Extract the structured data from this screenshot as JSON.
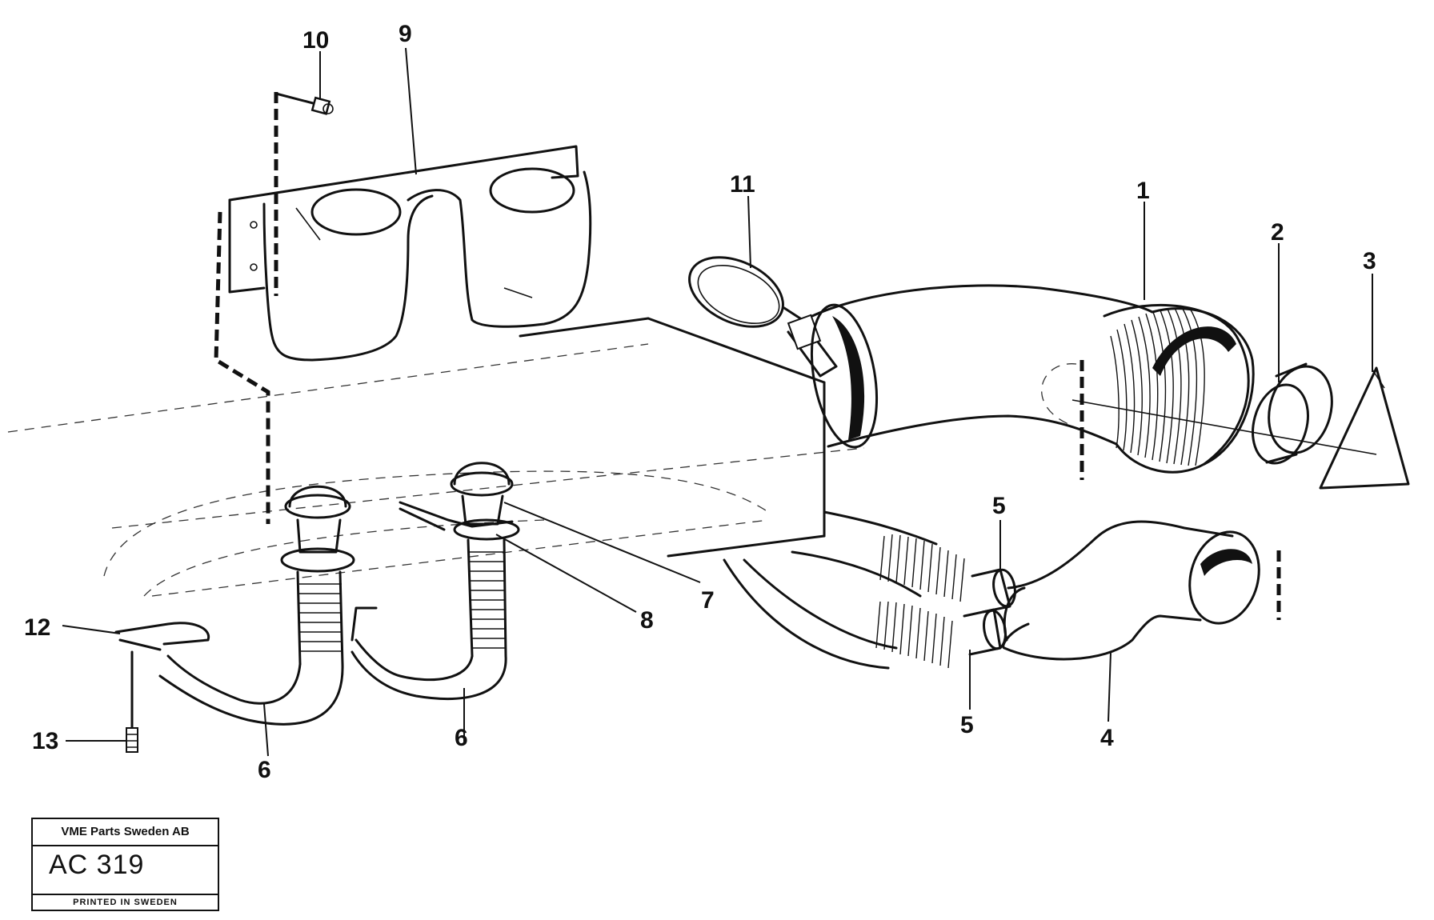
{
  "callouts": {
    "c1": "1",
    "c2": "2",
    "c3": "3",
    "c4": "4",
    "c5a": "5",
    "c5b": "5",
    "c6a": "6",
    "c6b": "6",
    "c7": "7",
    "c8": "8",
    "c9": "9",
    "c10": "10",
    "c11": "11",
    "c12": "12",
    "c13": "13"
  },
  "info_box": {
    "company": "VME Parts Sweden AB",
    "code": "AC 319",
    "printed": "PRINTED IN SWEDEN"
  }
}
